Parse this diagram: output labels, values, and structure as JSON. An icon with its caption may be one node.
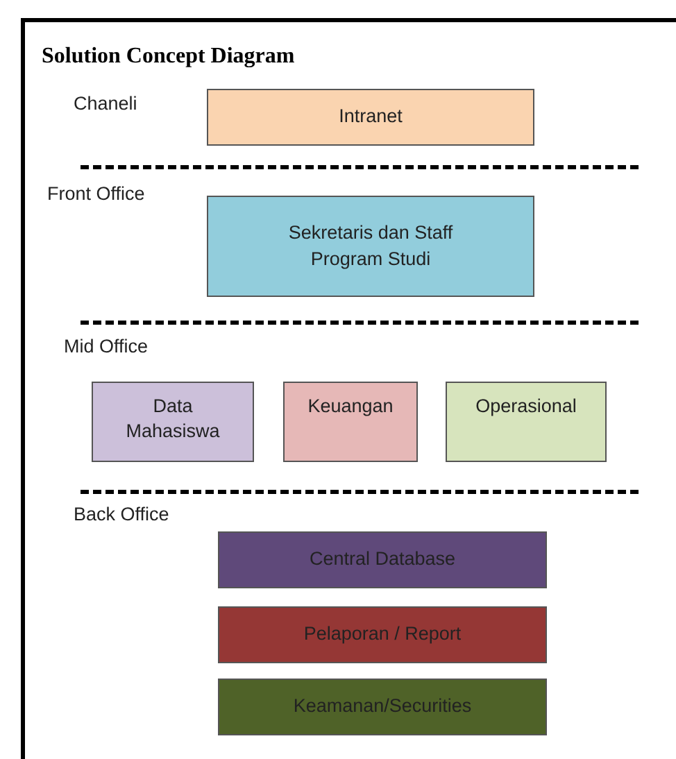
{
  "diagram": {
    "title": "Solution Concept Diagram",
    "nodes": [
      {
        "text": [
          "Intranet"
        ]
      },
      {
        "text": [
          "Sekretaris dan Staff Program Studi"
        ]
      },
      {
        "text": [
          "Data Mahasiswa"
        ]
      },
      {
        "text": [
          "Keuangan"
        ]
      },
      {
        "text": [
          "Operasional"
        ]
      },
      {
        "text": [
          "Central Database"
        ]
      },
      {
        "text": [
          "Pelaporan / Report"
        ]
      },
      {
        "text": [
          "Keamanan/Securities"
        ]
      }
    ],
    "labels": [
      "Chaneli",
      "Front Office",
      "Mid Office",
      "Back Office"
    ]
  }
}
